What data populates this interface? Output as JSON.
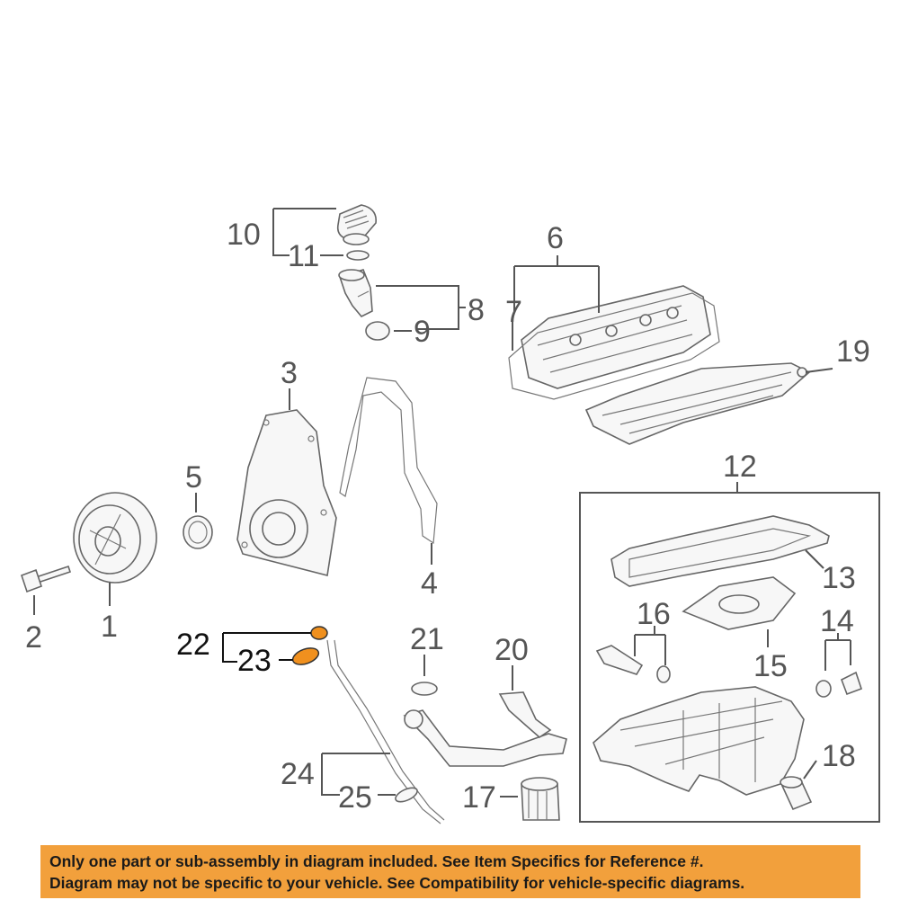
{
  "callouts": {
    "c1": "1",
    "c2": "2",
    "c3": "3",
    "c4": "4",
    "c5": "5",
    "c6": "6",
    "c7": "7",
    "c8": "8",
    "c9": "9",
    "c10": "10",
    "c11": "11",
    "c12": "12",
    "c13": "13",
    "c14": "14",
    "c15": "15",
    "c16": "16",
    "c17": "17",
    "c18": "18",
    "c19": "19",
    "c20": "20",
    "c21": "21",
    "c22": "22",
    "c23": "23",
    "c24": "24",
    "c25": "25"
  },
  "highlight_color": "#f0901e",
  "banner": {
    "line1": "Only one part or sub-assembly in diagram included. See Item Specifics for Reference #.",
    "line2": "Diagram may not be specific to your vehicle. See Compatibility for vehicle-specific diagrams.",
    "background": "#f2a03c"
  }
}
